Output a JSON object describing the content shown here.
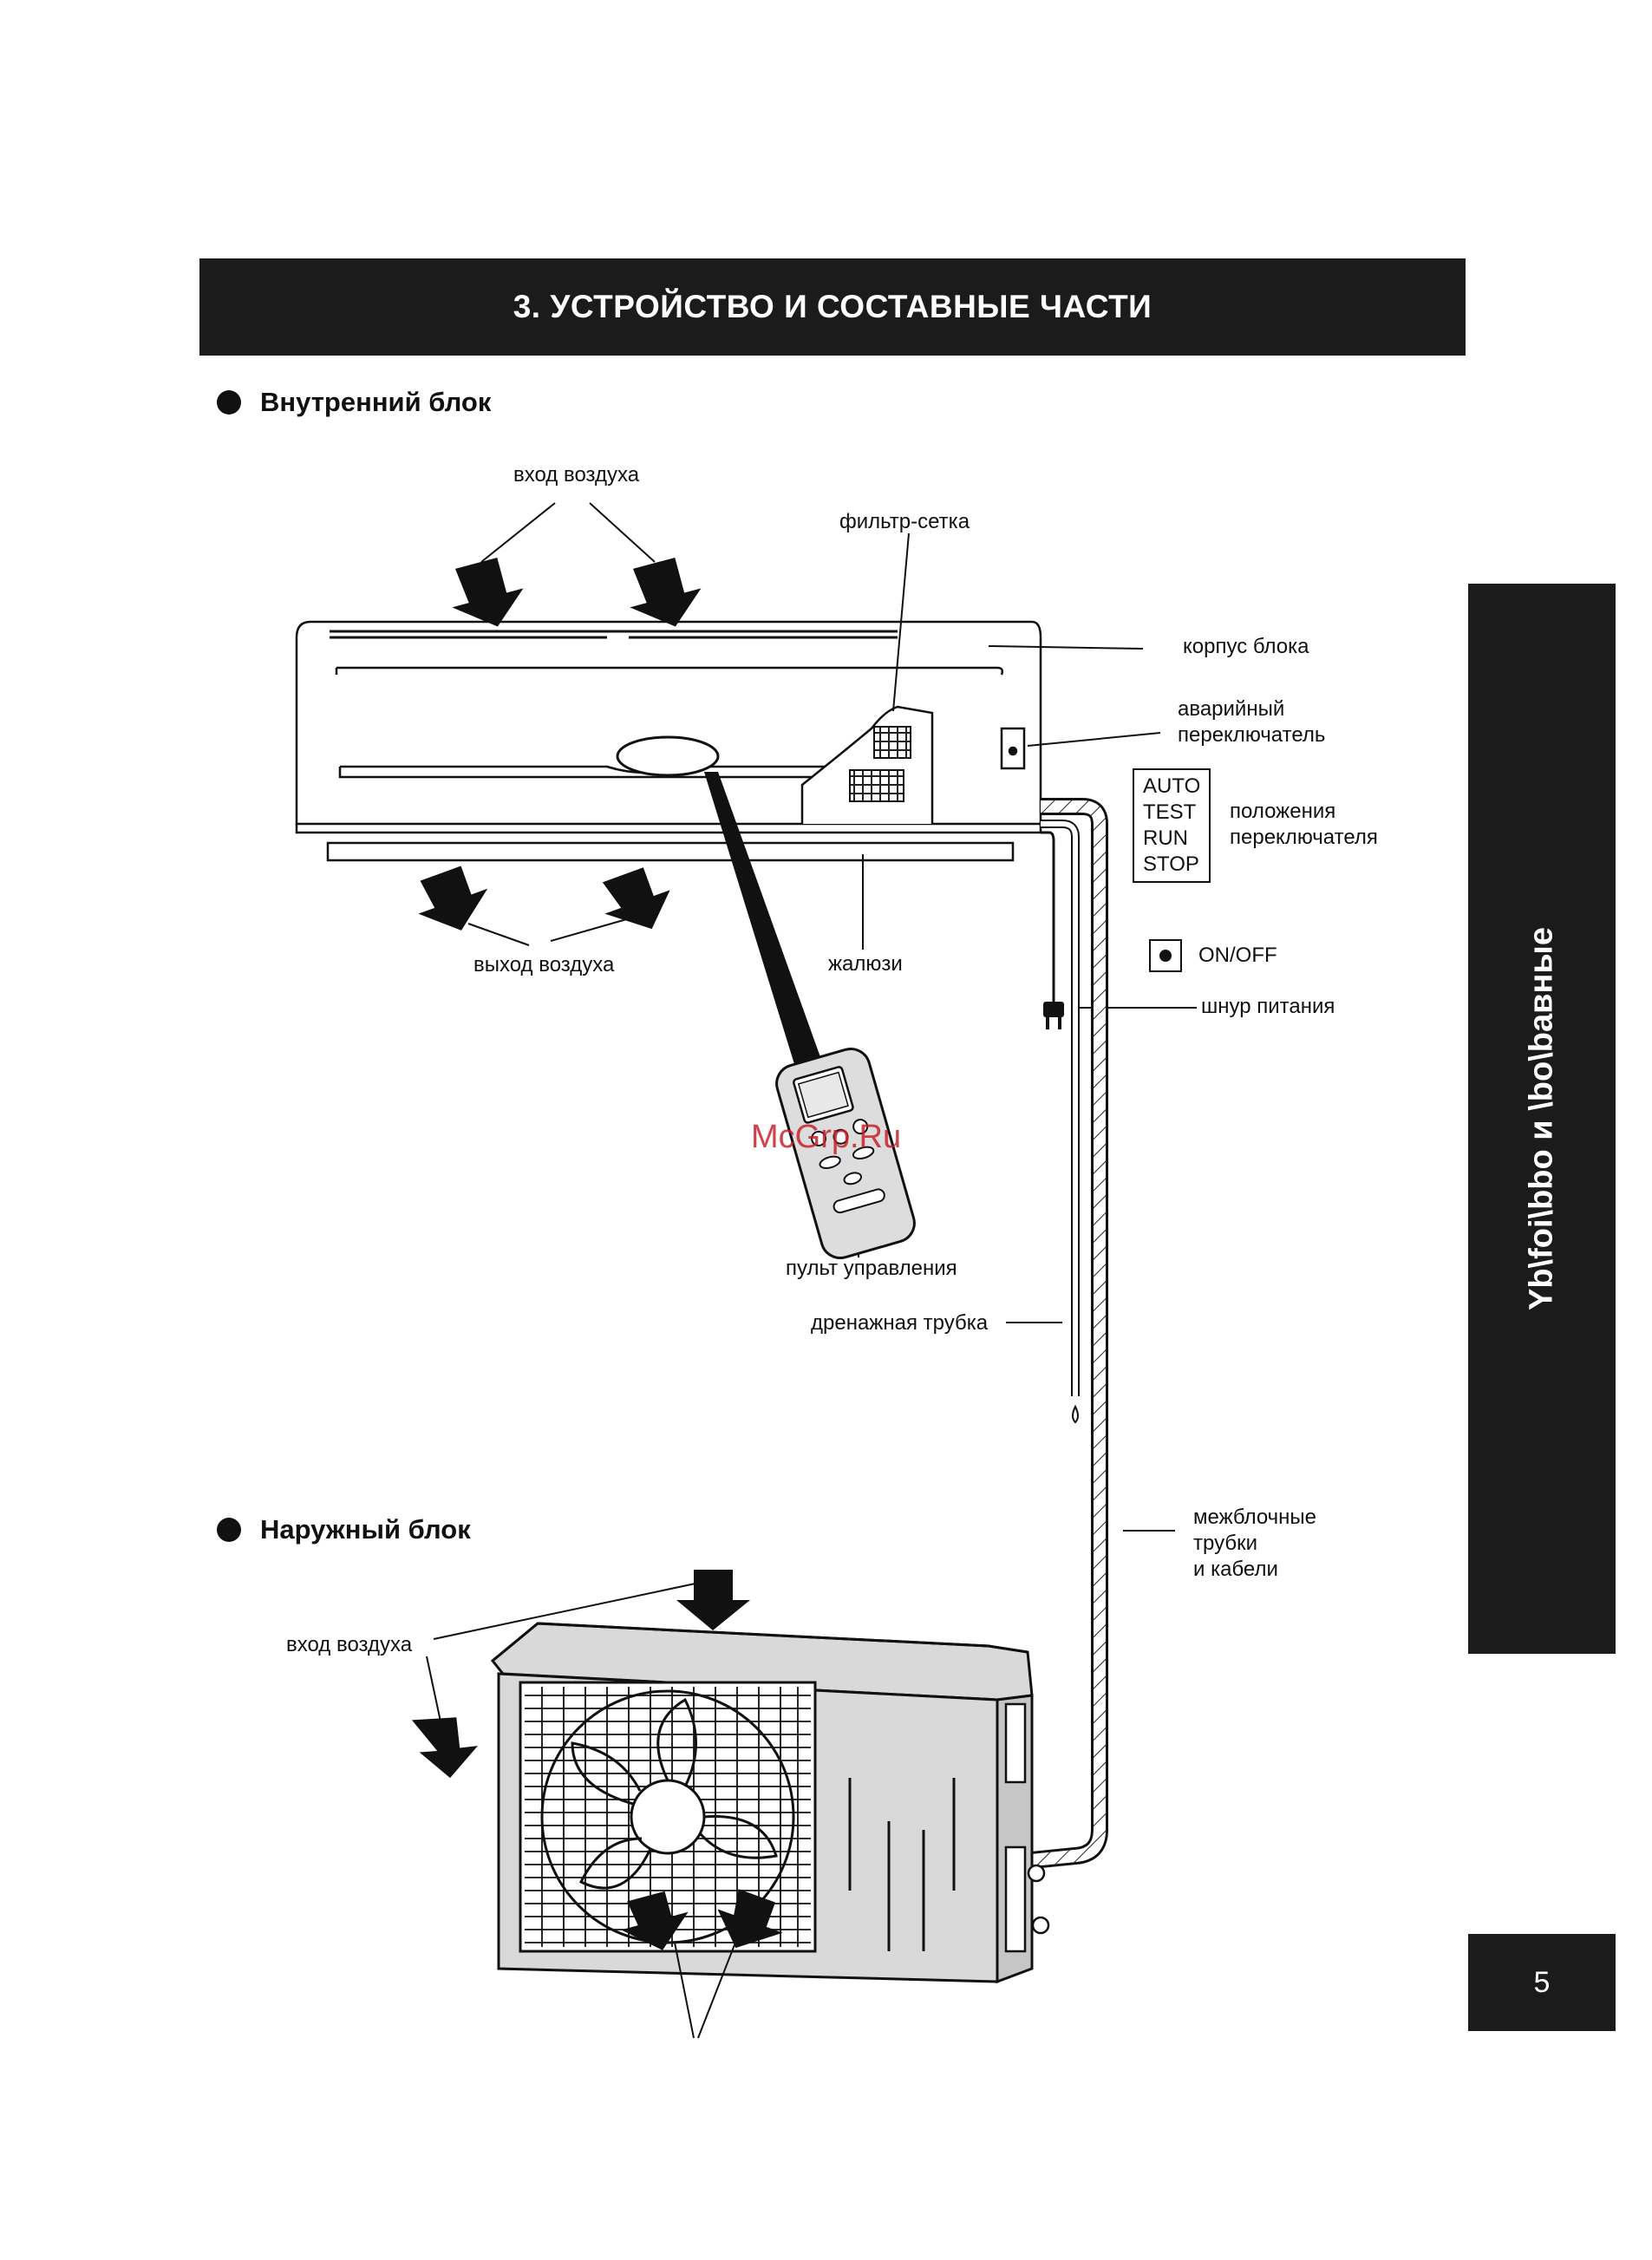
{
  "header": {
    "title": "3. УСТРОЙСТВО И СОСТАВНЫЕ ЧАСТИ"
  },
  "side_tab": {
    "text": "Yb\\foi\\bbo и \\bo\\bавные"
  },
  "page_number": "5",
  "watermark": "McGrp.Ru",
  "indoor": {
    "section_title": "Внутренний блок",
    "labels": {
      "air_in": "вход воздуха",
      "filter": "фильтр-сетка",
      "body": "корпус блока",
      "emergency_switch": "аварийный\nпереключатель",
      "switch_positions": "положения\nпереключателя",
      "air_out": "выход воздуха",
      "louvers": "жалюзи",
      "power_cord": "шнур питания",
      "remote": "пульт управления",
      "drain": "дренажная трубка",
      "pipes": "межблочные\nтрубки\nи кабели"
    },
    "modes": [
      "AUTO",
      "TEST",
      "RUN",
      "STOP"
    ],
    "onoff": "ON/OFF"
  },
  "outdoor": {
    "section_title": "Наружный блок",
    "labels": {
      "air_in": "вход воздуха"
    }
  },
  "icons": [
    "arrow-icon",
    "power-plug-icon",
    "remote-control-icon",
    "fan-icon"
  ]
}
